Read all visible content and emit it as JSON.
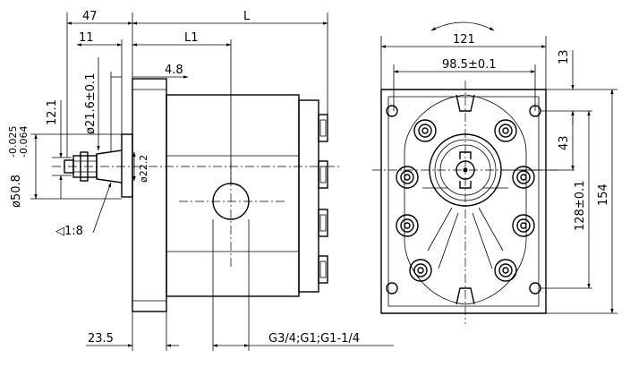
{
  "side_view": {
    "dim_47": "47",
    "dim_L": "L",
    "dim_11": "11",
    "dim_L1": "L1",
    "dim_4_8": "4.8",
    "dim_21_6": "ø21.6±0.1",
    "dim_12_1": "12.1",
    "dim_50_8": "ø50.8",
    "tol_upper": "-0.025",
    "tol_lower": "-0.064",
    "dim_22_2": "ø22.2",
    "taper": "◁1:8",
    "dim_23_5": "23.5",
    "port_thread": "G3/4;G1;G1-1/4"
  },
  "front_view": {
    "dim_121": "121",
    "dim_98_5": "98.5±0.1",
    "dim_13": "13",
    "dim_43": "43",
    "dim_128": "128±0.1",
    "dim_154": "154"
  }
}
